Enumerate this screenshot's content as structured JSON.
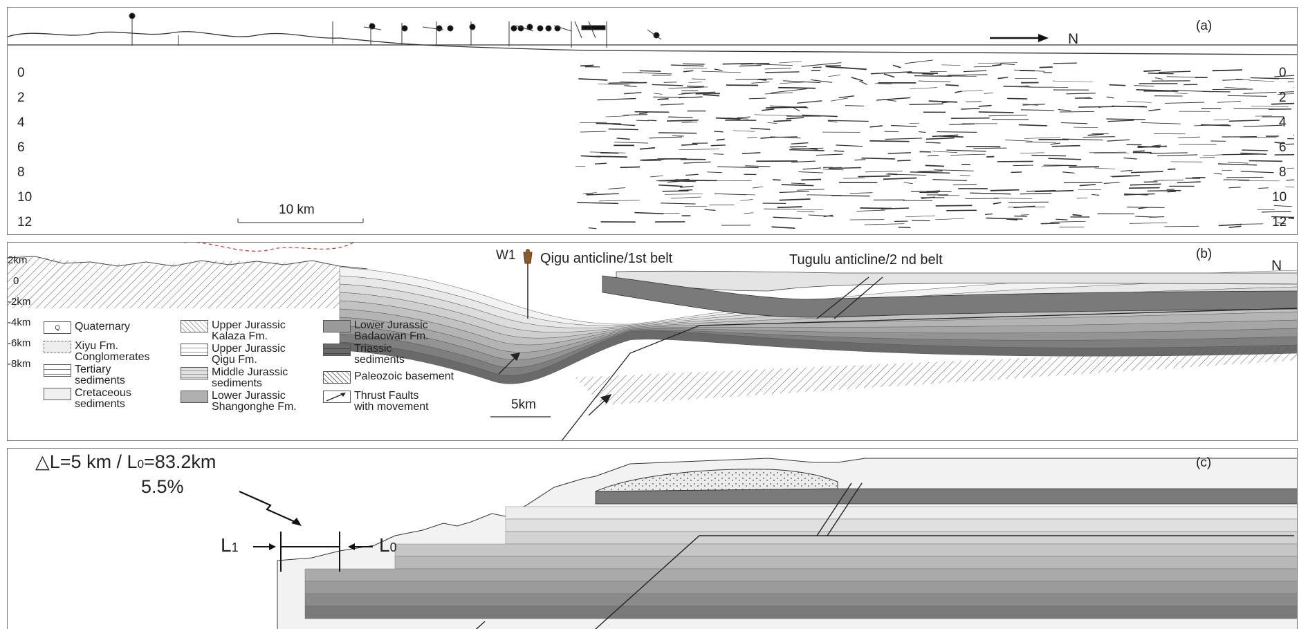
{
  "panel_a": {
    "tag": "(a)",
    "north": "N",
    "depth_ticks": [
      "0",
      "2",
      "4",
      "6",
      "8",
      "10",
      "12"
    ],
    "scale_bar": "10 km"
  },
  "panel_b": {
    "tag": "(b)",
    "north": "N",
    "depth_ticks": [
      "2km",
      "0",
      "-2km",
      "-4km",
      "-6km",
      "-8km"
    ],
    "well": "W1",
    "belt1": "Qigu anticline/1st belt",
    "belt2": "Tugulu anticline/2 nd belt",
    "scale_bar": "5km",
    "legend": [
      {
        "line1": "Quaternary",
        "line2": "",
        "color": "#ffffff",
        "pattern": "Q"
      },
      {
        "line1": "Xiyu Fm.",
        "line2": "Conglomerates",
        "color": "#f2f2f2",
        "pattern": "dots"
      },
      {
        "line1": "Tertiary",
        "line2": "sediments",
        "color": "#ffffff",
        "pattern": "dash"
      },
      {
        "line1": "Cretaceous",
        "line2": "sediments",
        "color": "#f0f0f0",
        "pattern": "plain"
      },
      {
        "line1": "Upper Jurassic",
        "line2": "Kalaza Fm.",
        "color": "#ffffff",
        "pattern": "mixed"
      },
      {
        "line1": "Upper Jurassic",
        "line2": "Qigu Fm.",
        "color": "#ffffff",
        "pattern": "lines"
      },
      {
        "line1": "Middle Jurassic",
        "line2": "sediments",
        "color": "#e2e2e2",
        "pattern": "lines"
      },
      {
        "line1": "Lower Jurassic",
        "line2": "Shangonghe Fm.",
        "color": "#b3b3b3",
        "pattern": "plain"
      },
      {
        "line1": "Lower Jurassic",
        "line2": "Badaowan Fm.",
        "color": "#9a9a9a",
        "pattern": "dots"
      },
      {
        "line1": "Triassic",
        "line2": "sediments",
        "color": "#6e6e6e",
        "pattern": "dash"
      },
      {
        "line1": "Paleozoic basement",
        "line2": "",
        "color": "#ffffff",
        "pattern": "hatch"
      },
      {
        "line1": "Thrust Faults",
        "line2": "with movement",
        "color": "#ffffff",
        "pattern": "arrow"
      }
    ]
  },
  "panel_c": {
    "tag": "(c)",
    "formula_part1": "△L=5 km / L",
    "formula_sub1": "0",
    "formula_part2": "=83.2km",
    "percent": "5.5%",
    "l1_letter": "L",
    "l1_sub": "1",
    "l0_letter": "L",
    "l0_sub": "0"
  },
  "colors": {
    "quaternary": "#ffffff",
    "xiyu": "#eeeeee",
    "tertiary": "#7a7a7a",
    "cretaceous": "#f2f2f2",
    "jurassic_upper": "#e6e6e6",
    "jurassic_middle": "#d0d0d0",
    "jurassic_lower": "#a8a8a8",
    "triassic": "#7d7d7d"
  }
}
